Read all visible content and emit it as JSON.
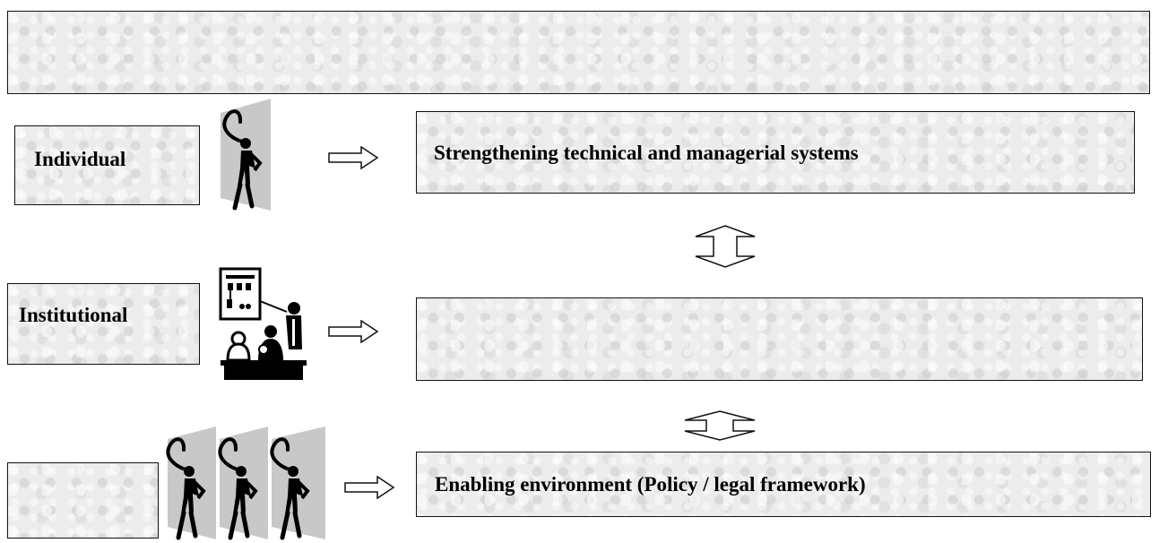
{
  "levels": [
    {
      "label": "Individual",
      "result": "Strengthening technical and managerial systems"
    },
    {
      "label": "Institutional",
      "result": ""
    },
    {
      "label": "",
      "result": "Enabling environment (Policy / legal framework)"
    }
  ],
  "header": {
    "text": ""
  },
  "colors": {
    "box_fill": "#ececec",
    "stroke": "#111111",
    "shadow": "#c8c8c8",
    "arrow_fill": "#ffffff"
  },
  "icons": [
    "person-pointing-icon",
    "presentation-meeting-icon",
    "group-of-people-icon",
    "right-arrow-icon",
    "double-vertical-arrow-icon"
  ]
}
